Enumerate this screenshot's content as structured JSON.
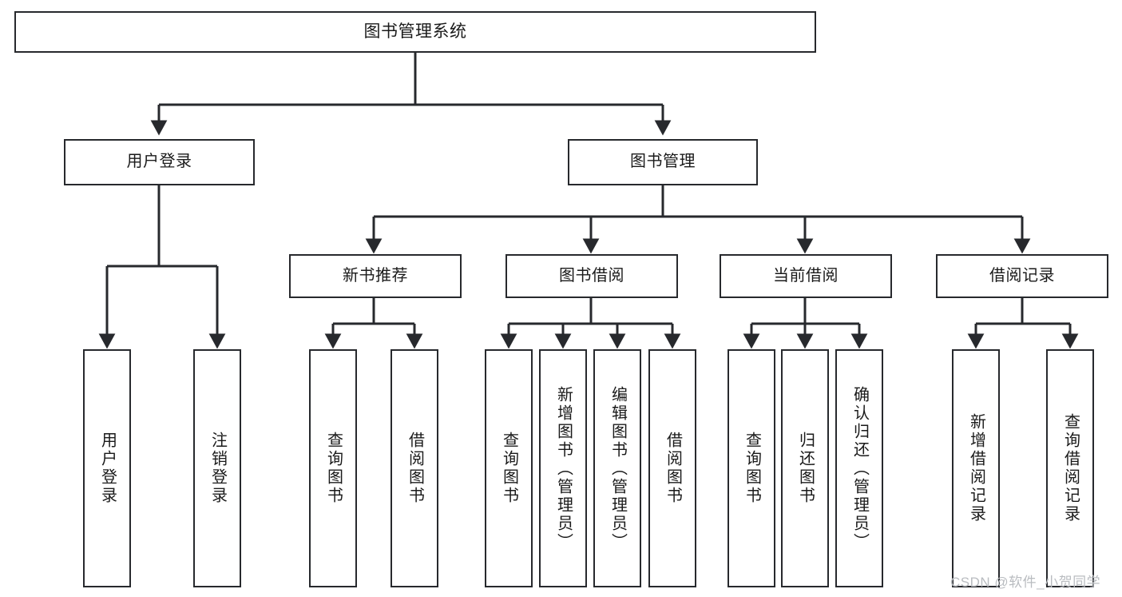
{
  "diagram": {
    "title": "图书管理系统",
    "type": "function-hierarchy-tree",
    "background_color": "#ffffff",
    "line_color": "#27292d",
    "text_color": "#1a1a1a"
  },
  "root": {
    "label": "图书管理系统"
  },
  "level2": [
    {
      "label": "用户登录"
    },
    {
      "label": "图书管理"
    }
  ],
  "level3": [
    {
      "label": "新书推荐"
    },
    {
      "label": "图书借阅"
    },
    {
      "label": "当前借阅"
    },
    {
      "label": "借阅记录"
    }
  ],
  "leaves": {
    "user_login": [
      {
        "label": "用户登录"
      },
      {
        "label": "注销登录"
      }
    ],
    "new_book": [
      {
        "label": "查询图书"
      },
      {
        "label": "借阅图书"
      }
    ],
    "book_borrow": [
      {
        "label": "查询图书"
      },
      {
        "label": "新增图书（管理员）"
      },
      {
        "label": "编辑图书（管理员）"
      },
      {
        "label": "借阅图书"
      }
    ],
    "current_borrow": [
      {
        "label": "查询图书"
      },
      {
        "label": "归还图书"
      },
      {
        "label": "确认归还（管理员）"
      }
    ],
    "borrow_record": [
      {
        "label": "新增借阅记录"
      },
      {
        "label": "查询借阅记录"
      }
    ]
  },
  "watermark": {
    "text": "CSDN @软件_小贺同学"
  }
}
